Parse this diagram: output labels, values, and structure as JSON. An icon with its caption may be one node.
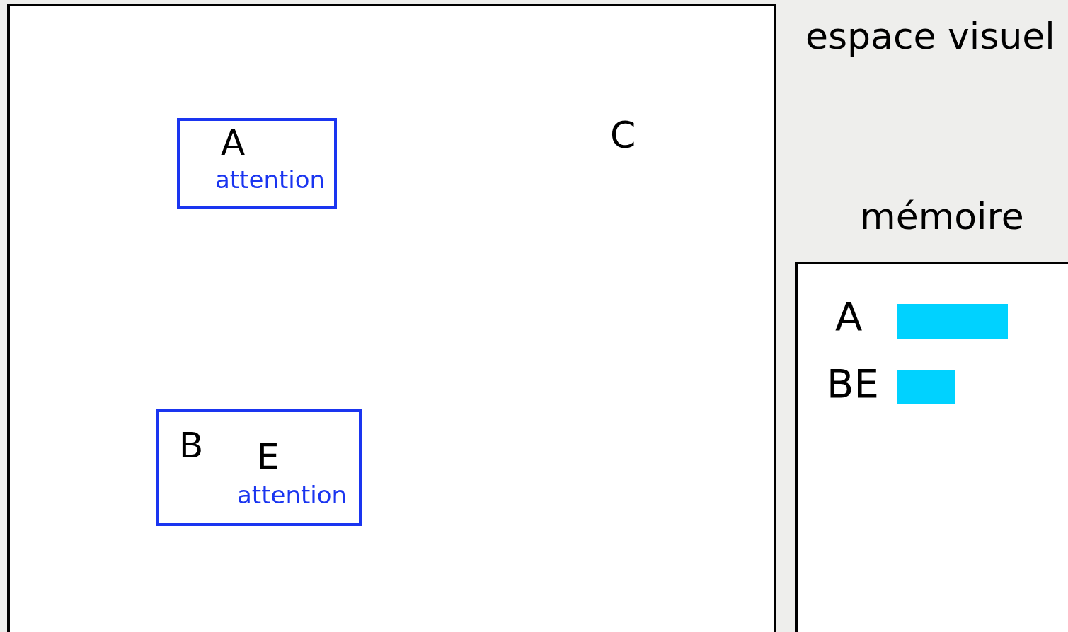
{
  "diagram": {
    "nodes": [
      {
        "text": [],
        "shape": "box"
      },
      {
        "text": [
          "A",
          "attention"
        ],
        "in": 0
      },
      {
        "text": [
          "B",
          "E",
          "attention"
        ],
        "in": 0
      },
      {
        "text": [],
        "shape": "box"
      },
      {
        "text": [],
        "shape": "bar",
        "in": 3
      },
      {
        "text": [],
        "shape": "bar",
        "in": 3
      }
    ],
    "edges": [],
    "labels": [
      "espace visuel",
      "C",
      "mémoire",
      "A",
      "BE"
    ]
  }
}
